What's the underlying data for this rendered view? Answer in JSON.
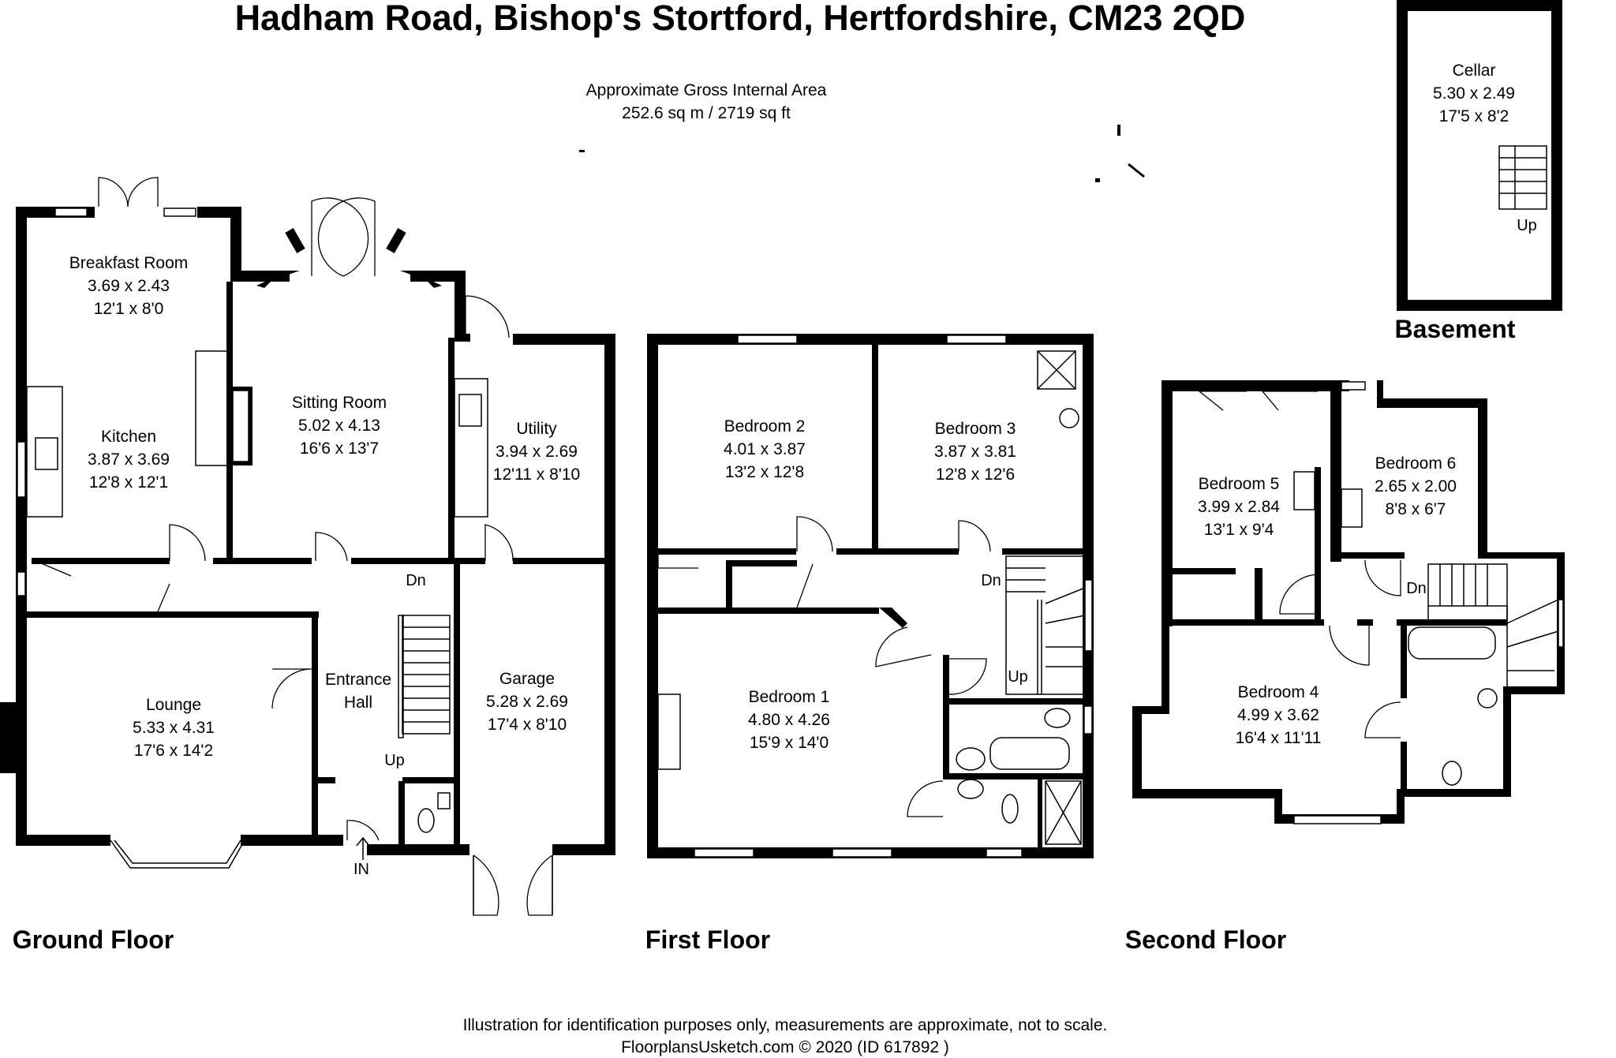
{
  "title": "Hadham Road, Bishop's Stortford, Hertfordshire, CM23 2QD",
  "area": {
    "label": "Approximate Gross Internal Area",
    "value": "252.6 sq m / 2719 sq ft"
  },
  "floors": {
    "ground": "Ground Floor",
    "first": "First Floor",
    "second": "Second Floor",
    "basement": "Basement"
  },
  "rooms": {
    "breakfast": {
      "name": "Breakfast Room",
      "metric": "3.69 x 2.43",
      "imperial": "12'1 x 8'0"
    },
    "kitchen": {
      "name": "Kitchen",
      "metric": "3.87 x 3.69",
      "imperial": "12'8 x 12'1"
    },
    "sitting": {
      "name": "Sitting Room",
      "metric": "5.02 x 4.13",
      "imperial": "16'6 x 13'7"
    },
    "utility": {
      "name": "Utility",
      "metric": "3.94 x 2.69",
      "imperial": "12'11 x 8'10"
    },
    "lounge": {
      "name": "Lounge",
      "metric": "5.33 x 4.31",
      "imperial": "17'6 x 14'2"
    },
    "entrance": {
      "name1": "Entrance",
      "name2": "Hall"
    },
    "garage": {
      "name": "Garage",
      "metric": "5.28 x 2.69",
      "imperial": "17'4 x 8'10"
    },
    "bed1": {
      "name": "Bedroom 1",
      "metric": "4.80 x 4.26",
      "imperial": "15'9 x 14'0"
    },
    "bed2": {
      "name": "Bedroom 2",
      "metric": "4.01 x 3.87",
      "imperial": "13'2 x 12'8"
    },
    "bed3": {
      "name": "Bedroom 3",
      "metric": "3.87 x 3.81",
      "imperial": "12'8 x 12'6"
    },
    "bed4": {
      "name": "Bedroom 4",
      "metric": "4.99 x 3.62",
      "imperial": "16'4 x 11'11"
    },
    "bed5": {
      "name": "Bedroom 5",
      "metric": "3.99 x 2.84",
      "imperial": "13'1 x 9'4"
    },
    "bed6": {
      "name": "Bedroom 6",
      "metric": "2.65 x 2.00",
      "imperial": "8'8 x 6'7"
    },
    "cellar": {
      "name": "Cellar",
      "metric": "5.30 x 2.49",
      "imperial": "17'5 x 8'2"
    }
  },
  "stair_labels": {
    "up": "Up",
    "down": "Dn",
    "in": "IN"
  },
  "footer": {
    "line1": "Illustration for identification purposes only, measurements are approximate, not to scale.",
    "line2": "FloorplansUsketch.com © 2020 (ID 617892 )"
  }
}
